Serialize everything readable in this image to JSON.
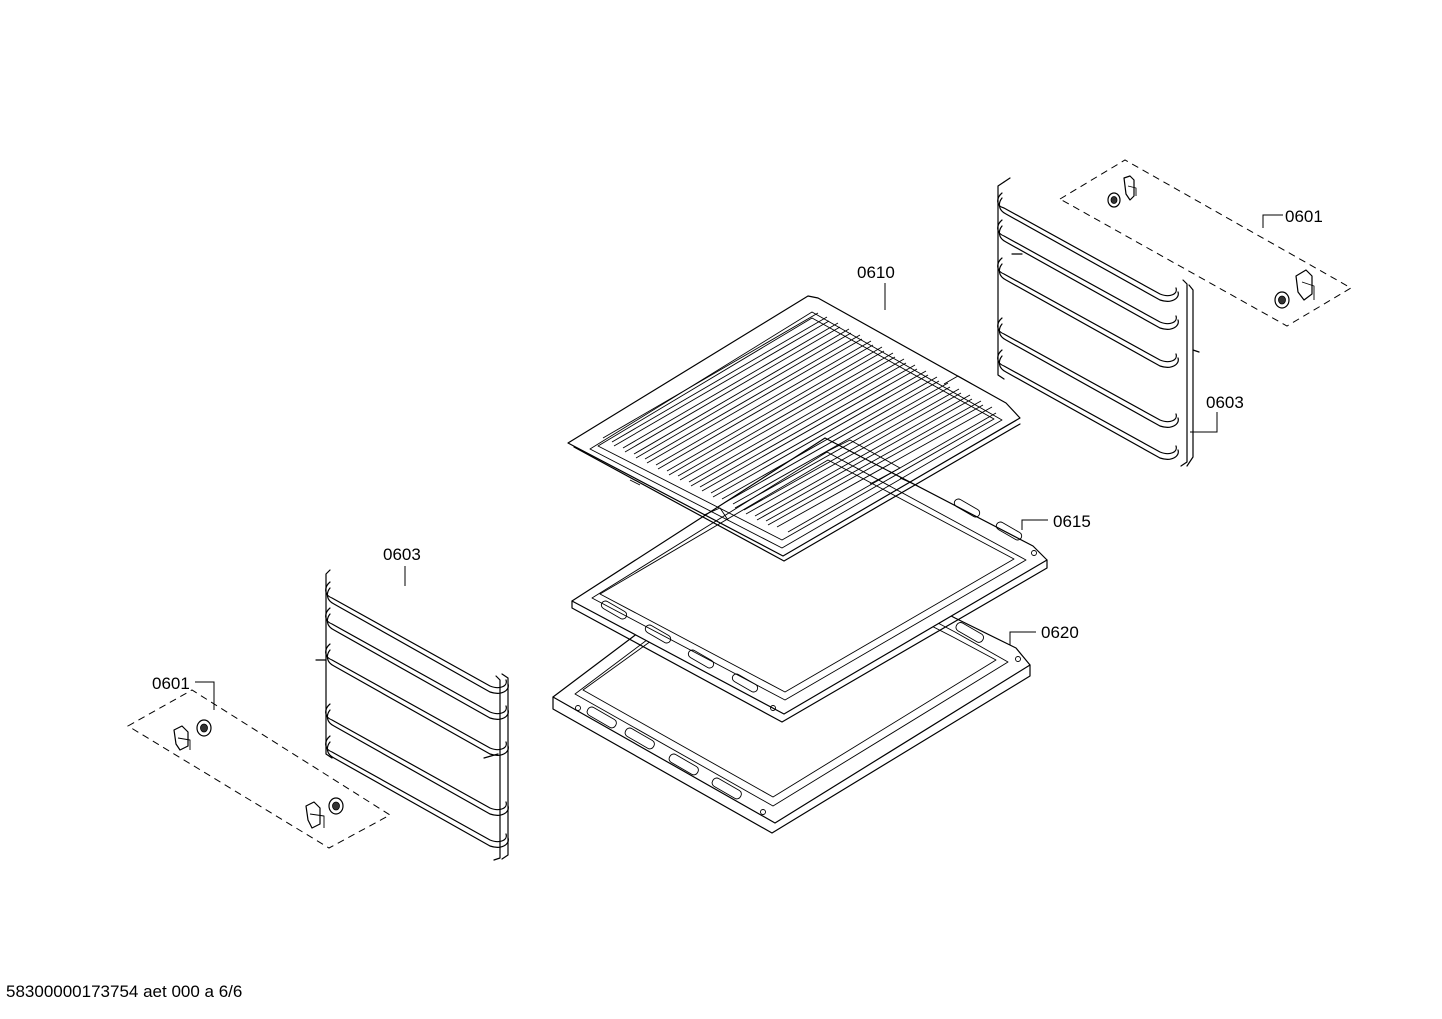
{
  "labels": {
    "clips_right": "0601",
    "grid_shelf": "0610",
    "rail_right": "0603",
    "baking_tray": "0615",
    "deep_tray": "0620",
    "rail_left": "0603",
    "clips_left": "0601"
  },
  "footer": "58300000173754 aet 000 a 6/6"
}
